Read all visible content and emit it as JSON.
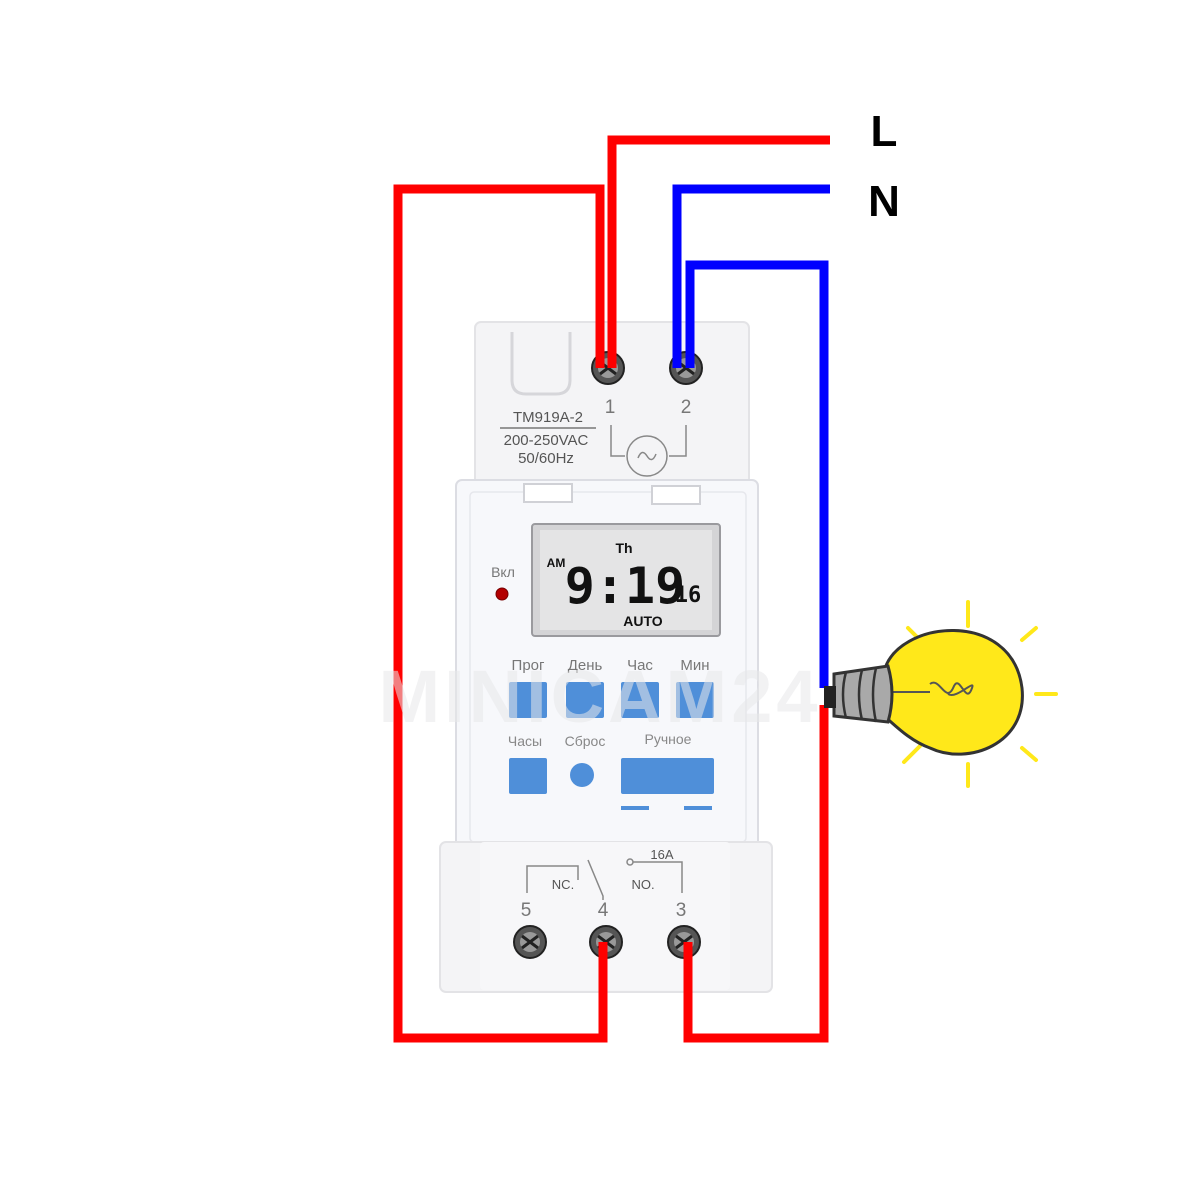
{
  "supply": {
    "live_label": "L",
    "neutral_label": "N"
  },
  "device": {
    "model": "TM919A-2",
    "voltage": "200-250VAC",
    "frequency": "50/60Hz",
    "terminal_top_left": "1",
    "terminal_top_right": "2",
    "led_label": "Вкл",
    "display": {
      "meridiem": "AM",
      "day": "Th",
      "time": "9:19",
      "seconds": "16",
      "mode": "AUTO"
    },
    "buttons_row1": [
      "Прог",
      "День",
      "Час",
      "Мин"
    ],
    "buttons_row2": [
      "Часы",
      "Сброс",
      "Ручное"
    ],
    "rating": "16A",
    "contact_nc": "NC.",
    "contact_no": "NO.",
    "terminal_5": "5",
    "terminal_4": "4",
    "terminal_3": "3"
  },
  "watermark": "MINICAM24",
  "colors": {
    "live_wire": "#ff0000",
    "neutral_wire": "#0000ff",
    "button": "#4f8fd9",
    "bulb": "#ffe81a",
    "housing": "#f5f5f7",
    "lcd": "#e6e6e6"
  }
}
